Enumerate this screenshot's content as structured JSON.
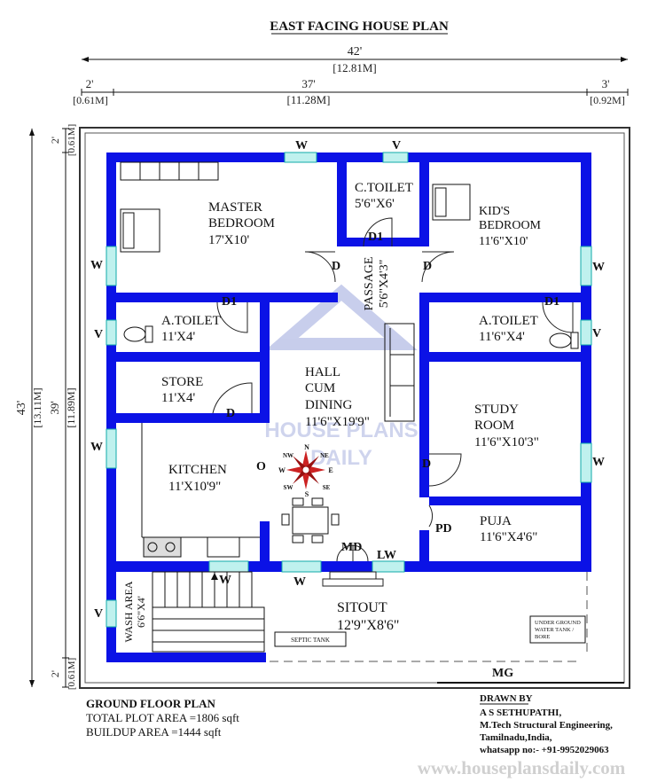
{
  "title": "EAST FACING HOUSE PLAN",
  "dimensions": {
    "overall_width_ft": "42'",
    "overall_width_m": "[12.81M]",
    "left_setback_ft": "2'",
    "left_setback_m": "[0.61M]",
    "built_width_ft": "37'",
    "built_width_m": "[11.28M]",
    "right_setback_ft": "3'",
    "right_setback_m": "[0.92M]",
    "overall_depth_ft": "43'",
    "overall_depth_m": "[13.11M]",
    "built_depth_ft": "39'",
    "built_depth_m": "[11.89M]",
    "top_setback_ft": "2'",
    "top_setback_m": "[0.61M]",
    "bottom_setback_ft": "2'",
    "bottom_setback_m": "[0.61M]"
  },
  "rooms": {
    "master_bedroom": {
      "line1": "MASTER",
      "line2": "BEDROOM",
      "size": "17'X10'"
    },
    "common_toilet": {
      "name": "C.TOILET",
      "size": "5'6\"X6'"
    },
    "kids_bedroom": {
      "line1": "KID'S",
      "line2": "BEDROOM",
      "size": "11'6\"X10'"
    },
    "passage": {
      "name": "PASSAGE",
      "size": "5'6\"X4'3\""
    },
    "attached_toilet_left": {
      "name": "A.TOILET",
      "size": "11'X4'"
    },
    "attached_toilet_right": {
      "name": "A.TOILET",
      "size": "11'6\"X4'"
    },
    "store": {
      "name": "STORE",
      "size": "11'X4'"
    },
    "hall": {
      "line1": "HALL",
      "line2": "CUM",
      "line3": "DINING",
      "size": "11'6\"X19'9\""
    },
    "study": {
      "line1": "STUDY",
      "line2": "ROOM",
      "size": "11'6\"X10'3\""
    },
    "kitchen": {
      "name": "KITCHEN",
      "size": "11'X10'9\""
    },
    "puja": {
      "name": "PUJA",
      "size": "11'6\"X4'6\""
    },
    "wash_area": {
      "name": "WASH AREA",
      "size": "6'6\"X4'"
    },
    "sitout": {
      "name": "SITOUT",
      "size": "12'9\"X8'6\""
    }
  },
  "tags": {
    "window": "W",
    "ventilator": "V",
    "door": "D",
    "door1": "D1",
    "main_door": "MD",
    "long_window": "LW",
    "puja_door": "PD",
    "opening": "O",
    "main_gate": "MG",
    "septic_tank": "SEPTIC TANK",
    "water_tank_line1": "UNDER GROUND",
    "water_tank_line2": "WATER TANK /",
    "water_tank_line3": "BORE"
  },
  "compass": {
    "n": "N",
    "s": "S",
    "e": "E",
    "w": "W",
    "ne": "NE",
    "nw": "NW",
    "se": "SE",
    "sw": "SW"
  },
  "watermark": {
    "line1": "HOUSE PLANS",
    "line2": "DAILY"
  },
  "footer": {
    "plan_name": "GROUND FLOOR PLAN",
    "plot_area": "TOTAL PLOT AREA =1806 sqft",
    "buildup_area": "BUILDUP AREA =1444 sqft",
    "drawn_by_label": "DRAWN BY",
    "author": "A S SETHUPATHI,",
    "qualification": "M.Tech Structural Engineering,",
    "location": "Tamilnadu,India,",
    "whatsapp": "whatsapp no:- +91-9952029063",
    "website": "www.houseplansdaily.com"
  },
  "colors": {
    "wall": "#0b12e6",
    "window": "#bff1ee",
    "watermark": "#c7cde8"
  }
}
